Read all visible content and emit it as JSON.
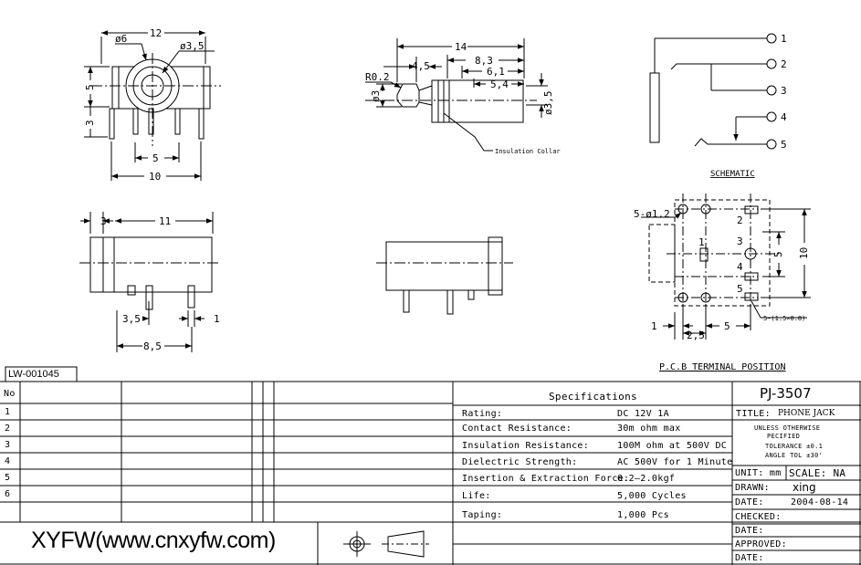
{
  "drawing_labels": {
    "front_width": "12",
    "front_phi6": "ø6",
    "front_phi35": "ø3,5",
    "front_h5": "5",
    "front_h3": "3",
    "front_pin5": "5",
    "front_w10": "10",
    "plug_len14": "14",
    "plug_45": "4,5",
    "plug_83": "8,3",
    "plug_61": "6,1",
    "plug_54": "5,4",
    "plug_r02": "R0.2",
    "plug_phi3": "ø3",
    "plug_phi35": "ø3,5",
    "insulation_collar": "Insulation Collar",
    "schematic_pins": [
      "1",
      "2",
      "3",
      "4",
      "5"
    ],
    "schematic_title": "SCHEMATIC",
    "side_3": "3",
    "side_11": "11",
    "side_35": "3,5",
    "side_1": "1",
    "side_85": "8,5",
    "pcb_holes": "5-ø1.2",
    "pcb_pins": [
      "2",
      "3",
      "1",
      "4",
      "5"
    ],
    "pcb_5": "5",
    "pcb_10": "10",
    "pcb_slots": "5-(1.5×0.8)",
    "pcb_1": "1",
    "pcb_25": "2,5",
    "pcb_5b": "5",
    "pcb_title": "P.C.B TERMINAL POSITION"
  },
  "table": {
    "code": "LW-001045",
    "no_header": "No",
    "rows": [
      "1",
      "2",
      "3",
      "4",
      "5",
      "6"
    ],
    "brand": "XYFW(www.cnxyfw.com)"
  },
  "specs": {
    "header": "Specifications",
    "items": [
      {
        "label": "Rating:",
        "value": "DC 12V 1A"
      },
      {
        "label": "Contact Resistance:",
        "value": "30m ohm max"
      },
      {
        "label": "Insulation Resistance:",
        "value": "100M ohm at 500V DC"
      },
      {
        "label": "Dielectric Strength:",
        "value": "AC 500V for 1 Minute"
      },
      {
        "label": "Insertion & Extraction Force:",
        "value": "0.2–2.0kgf"
      },
      {
        "label": "Life:",
        "value": "5,000 Cycles"
      },
      {
        "label": "Taping:",
        "value": "1,000 Pcs"
      }
    ]
  },
  "title_block": {
    "part_no": "PJ-3507",
    "title_label": "TITLE:",
    "title_value": "PHONE JACK",
    "tol_line1": "UNLESS OTHERWISE",
    "tol_line2": "PECIFIED",
    "tol_line3": "TOLERANCE  ±0.1",
    "tol_line4": "ANGLE TOL  ±30'",
    "unit": "UNIT: mm",
    "scale": "SCALE: NA",
    "drawn_label": "DRAWN:",
    "drawn_value": "xing",
    "date_label": "DATE:",
    "date_value": "2004-08-14",
    "checked_label": "CHECKED:",
    "date2_label": "DATE:",
    "approved_label": "APPROVED:",
    "date3_label": "DATE:"
  }
}
